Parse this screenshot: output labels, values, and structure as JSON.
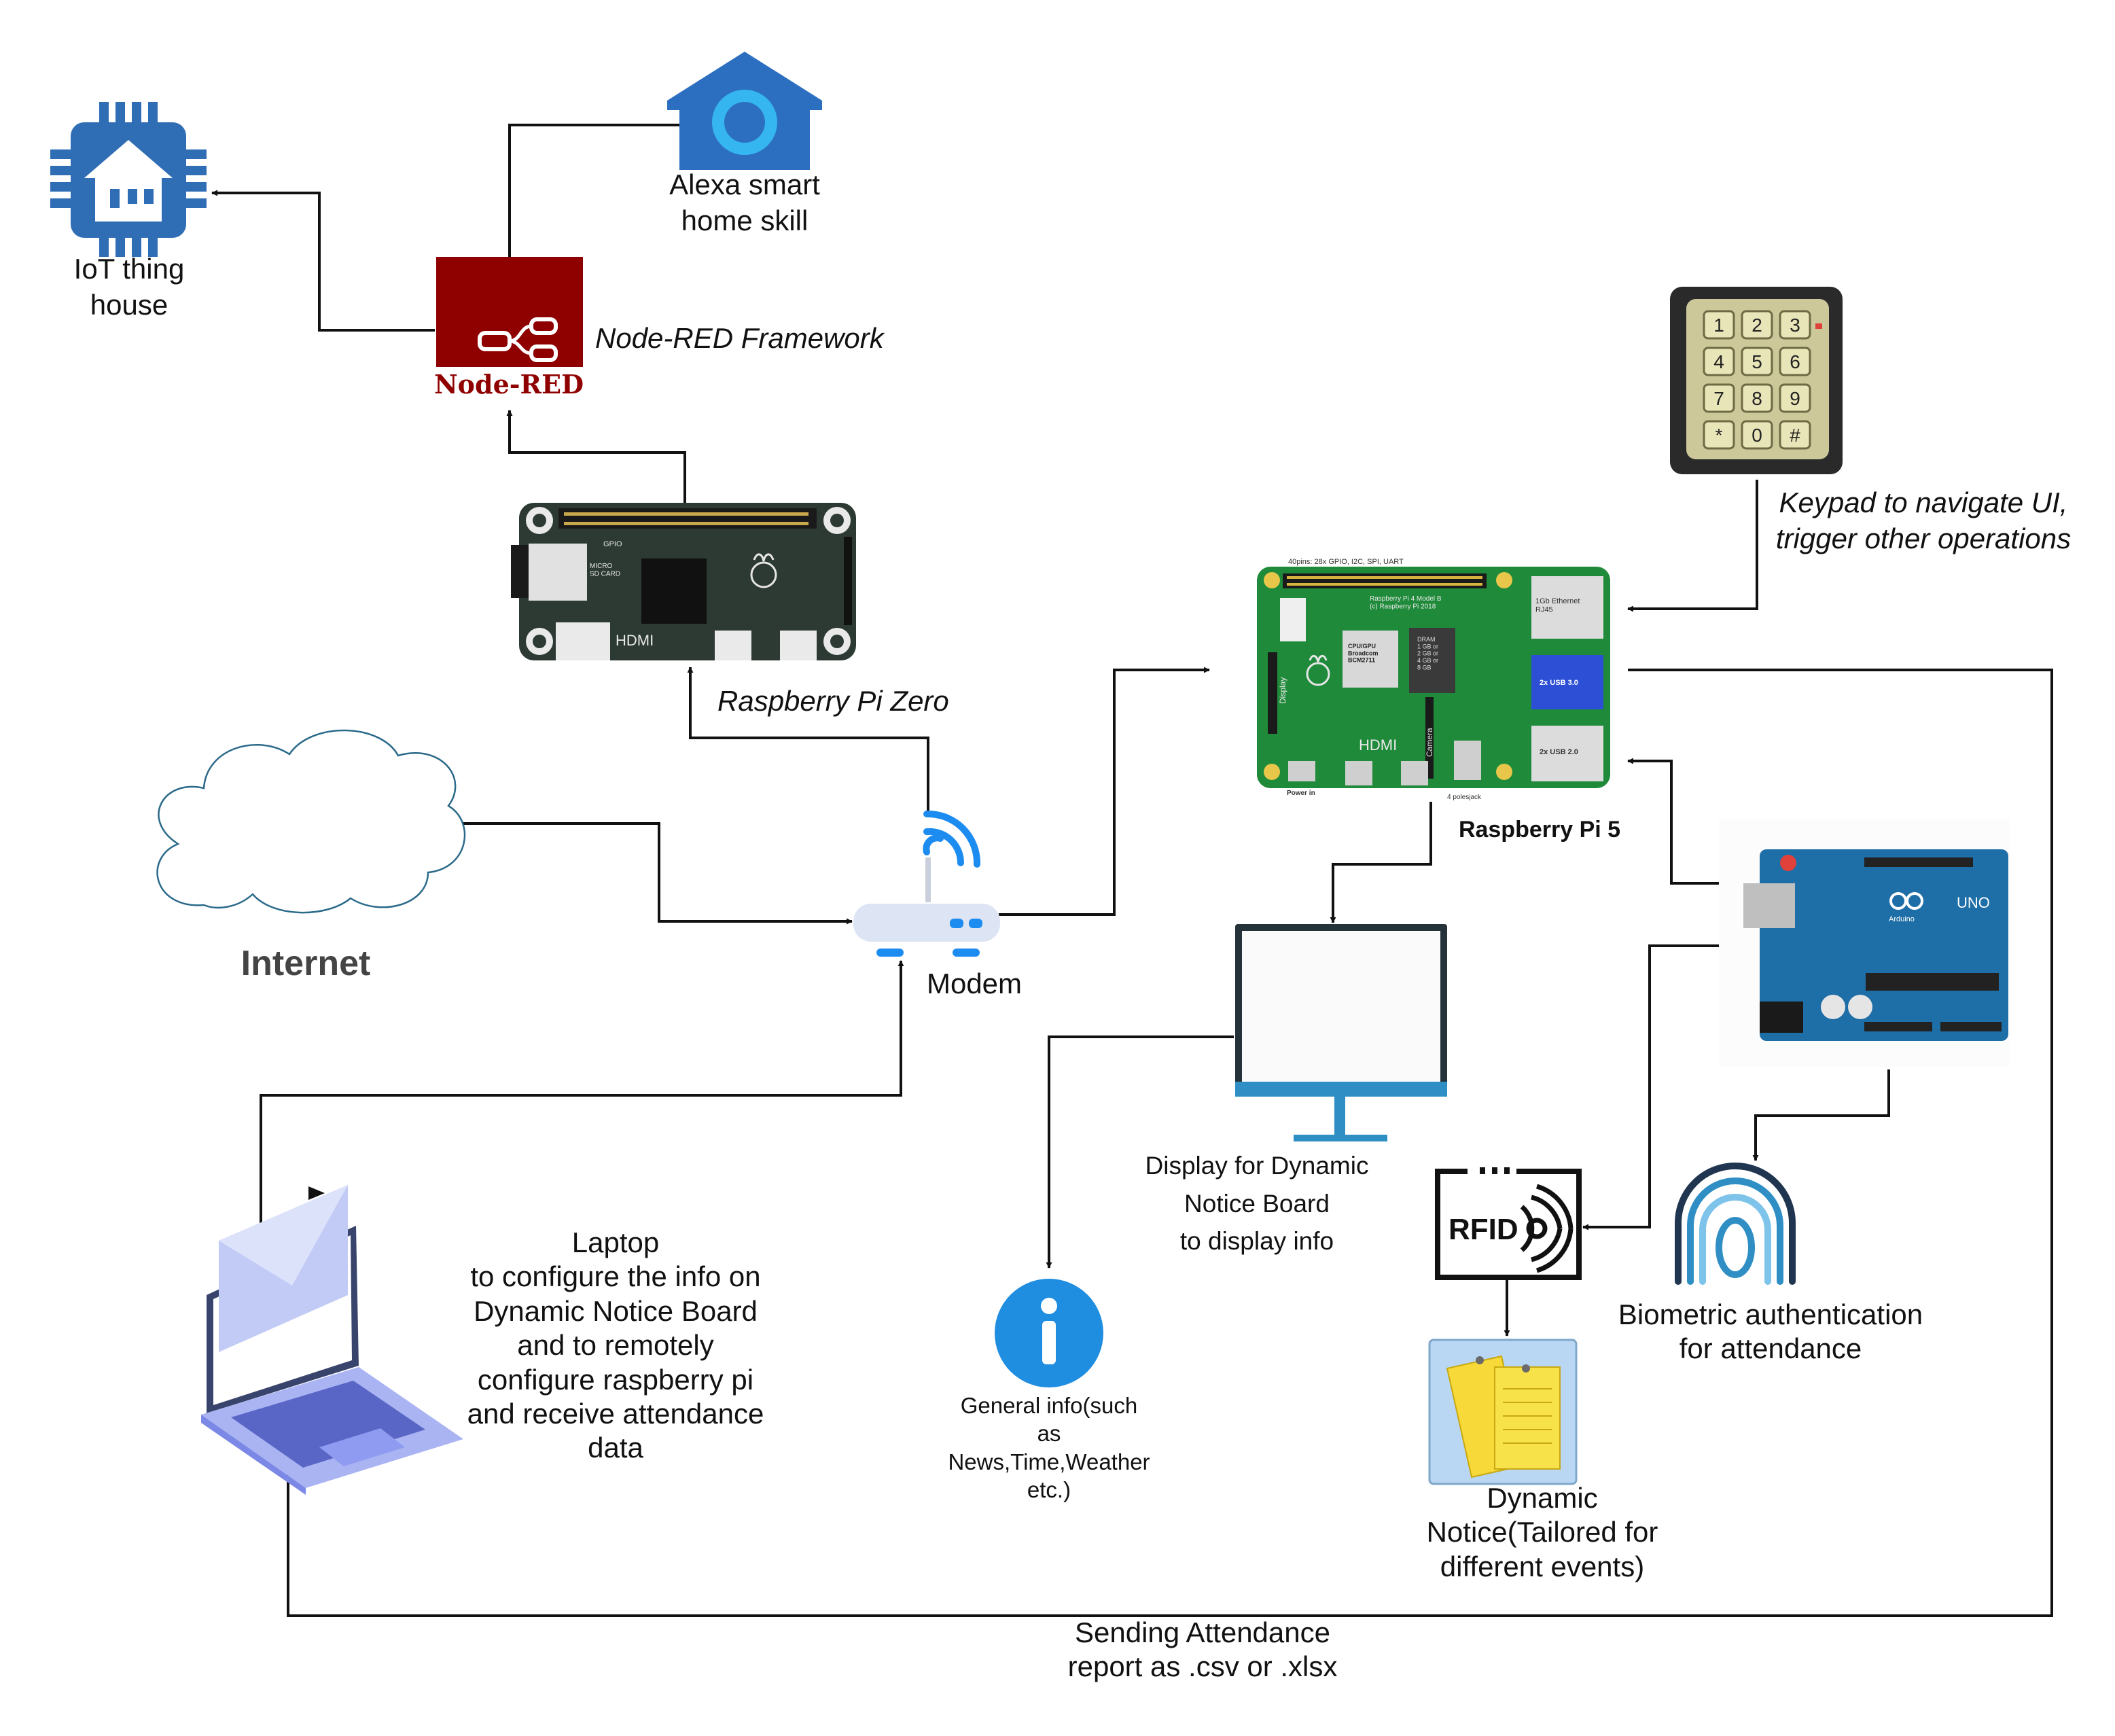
{
  "colors": {
    "line": "#111111",
    "iot_blue": "#2f6db5",
    "alexa_blue": "#2c6fc0",
    "alexa_ring": "#35b6f0",
    "nodered_red": "#8f0000",
    "pcb_green": "#1f8a3a",
    "pizero_pcb": "#2d3a33",
    "arduino_blue": "#1e6ea7",
    "cloud_stroke": "#2b6a8a",
    "wifi_blue": "#1d8cf0",
    "monitor_frame": "#26323a",
    "monitor_base": "#2f8fc4",
    "info_blue": "#1f8de0",
    "laptop_blue": "#6c7fe6",
    "notice_yellow": "#f7d93a"
  },
  "icons": {
    "iot": "iot-house-chip-icon",
    "alexa": "alexa-house-icon",
    "nodered": "node-red-logo-icon",
    "pizero": "raspberry-pi-zero-board-icon",
    "pi5": "raspberry-pi-5-board-icon",
    "keypad": "keypad-icon",
    "cloud": "cloud-icon",
    "modem": "wifi-router-icon",
    "arduino": "arduino-uno-board-icon",
    "monitor": "monitor-icon",
    "rfid": "rfid-reader-icon",
    "fingerprint": "fingerprint-icon",
    "info": "info-icon",
    "notice": "sticky-notes-icon",
    "laptop": "laptop-icon",
    "envelope": "envelope-icon"
  },
  "labels": {
    "iot": "IoT thing\nhouse",
    "alexa": "Alexa smart\nhome skill",
    "nodered_framework": "Node-RED Framework",
    "nodered_logo": "Node-RED",
    "pizero": "Raspberry Pi Zero",
    "keypad": "Keypad to navigate UI,\ntrigger other operations",
    "pi5": "Raspberry Pi 5",
    "internet": "Internet",
    "modem": "Modem",
    "display": "Display for Dynamic\nNotice Board\nto display info",
    "laptop": "Laptop\nto configure the info on\nDynamic Notice Board\nand to remotely\nconfigure raspberry pi\nand receive attendance\ndata",
    "general_info": "General info(such\nas\nNews,Time,Weather\netc.)",
    "rfid_text": "RFID",
    "biometric": "Biometric authentication\nfor attendance",
    "dynamic_notice": "Dynamic\nNotice(Tailored for\ndifferent events)",
    "sending": "Sending Attendance\nreport as .csv or .xlsx"
  },
  "board_text": {
    "pizero_hdmi": "HDMI",
    "pizero_gpio": "GPIO",
    "pizero_sd": "MICRO\nSD CARD",
    "pi5_header": "40pins: 28x GPIO, I2C, SPI, UART",
    "pi5_model": "Raspberry Pi 4 Model B\n(c) Raspberry Pi 2018",
    "pi5_eth": "1Gb Ethernet\nRJ45",
    "pi5_usb3": "2x USB 3.0",
    "pi5_usb2": "2x USB 2.0",
    "pi5_hdmi": "HDMI",
    "pi5_cpu": "CPU/GPU\nBroadcom\nBCM2711",
    "pi5_ram": "DRAM\n1 GB or\n2 GB or\n4 GB or\n8 GB",
    "pi5_display": "Display",
    "pi5_camera": "Camera",
    "pi5_power": "Power in",
    "pi5_audio": "4 polesjack",
    "arduino_uno": "UNO",
    "arduino_brand": "Arduino"
  },
  "keypad_keys": [
    "1",
    "2",
    "3",
    "4",
    "5",
    "6",
    "7",
    "8",
    "9",
    "*",
    "0",
    "#"
  ]
}
